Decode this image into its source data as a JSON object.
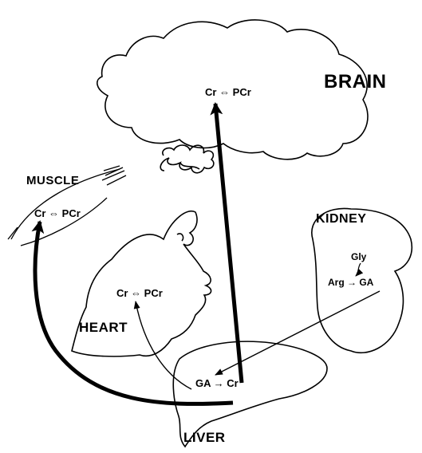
{
  "organs": {
    "brain": "BRAIN",
    "muscle": "MUSCLE",
    "kidney": "KIDNEY",
    "heart": "HEART",
    "liver": "LIVER"
  },
  "reactions": {
    "brain": "Cr ⇔ PCr",
    "muscle": "Cr ⇔ PCr",
    "heart": "Cr ⇔ PCr",
    "kidney_top": "Gly",
    "kidney_main": "Arg → GA",
    "liver": "GA → Cr"
  }
}
